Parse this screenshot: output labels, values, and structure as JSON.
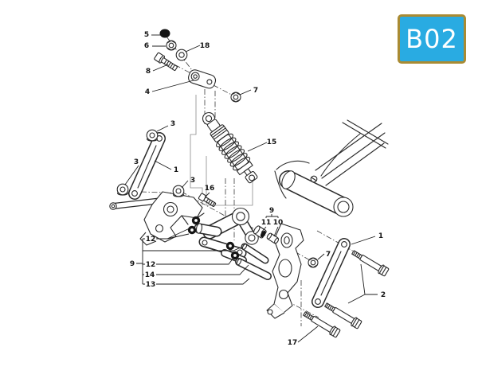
{
  "page": {
    "background": "#ffffff",
    "badge": {
      "label": "B02",
      "bg": "#29abe2",
      "border": "#a98b33",
      "text_color": "#ffffff"
    }
  },
  "diagram": {
    "description": "Exploded parts diagram: rear shock absorber and suspension linkage",
    "line_color": "#2a2a2a",
    "seal_color": "#151515",
    "callouts": [
      {
        "part": "5"
      },
      {
        "part": "6"
      },
      {
        "part": "18"
      },
      {
        "part": "8"
      },
      {
        "part": "4"
      },
      {
        "part": "7"
      },
      {
        "part": "3"
      },
      {
        "part": "3"
      },
      {
        "part": "1"
      },
      {
        "part": "3"
      },
      {
        "part": "16"
      },
      {
        "part": "15"
      },
      {
        "part": "12"
      },
      {
        "part": "9"
      },
      {
        "part": "12"
      },
      {
        "part": "14"
      },
      {
        "part": "13"
      },
      {
        "part": "9"
      },
      {
        "part": "11"
      },
      {
        "part": "10"
      },
      {
        "part": "7"
      },
      {
        "part": "1"
      },
      {
        "part": "2"
      },
      {
        "part": "17"
      }
    ]
  }
}
